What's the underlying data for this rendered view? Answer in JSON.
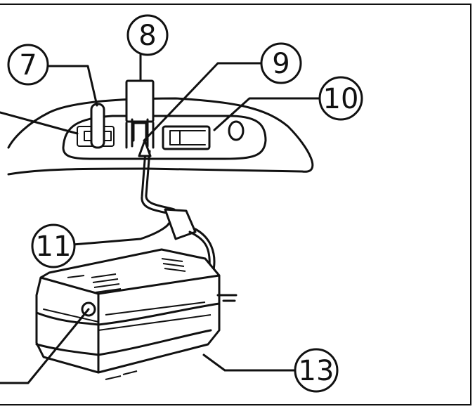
{
  "callouts": {
    "c7": "7",
    "c8": "8",
    "c9": "9",
    "c10": "10",
    "c11": "11",
    "c13": "13"
  },
  "colors": {
    "line": "#111111",
    "background": "#ffffff"
  }
}
